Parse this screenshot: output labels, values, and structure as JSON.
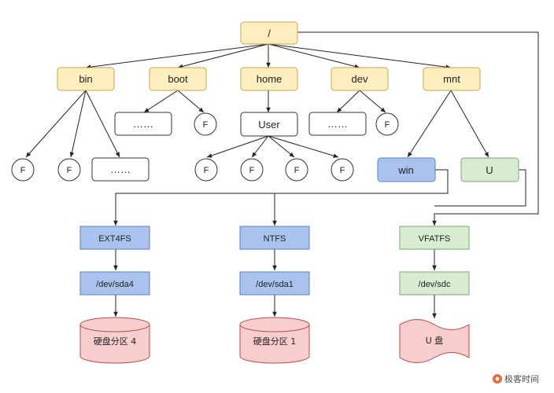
{
  "colors": {
    "dir_fill": "#fdeec0",
    "dir_stroke": "#c8a64a",
    "fs_fill": "#a9c3ee",
    "fs_stroke": "#5a7fc0",
    "green_fill": "#d7ecd1",
    "green_stroke": "#7aa86e",
    "disk_fill": "#f8cdcd",
    "disk_stroke": "#b84a4a",
    "edge": "#222222",
    "brand": "#e8683a"
  },
  "tree": {
    "root": "/",
    "dirs": [
      "bin",
      "boot",
      "home",
      "dev",
      "mnt"
    ],
    "placeholder": "……",
    "user": "User",
    "file": "F",
    "mount_points": [
      "win",
      "U"
    ]
  },
  "storage": {
    "filesystems": [
      "EXT4FS",
      "NTFS",
      "VFATFS"
    ],
    "devices": [
      "/dev/sda4",
      "/dev/sda1",
      "/dev/sdc"
    ],
    "media": [
      "硬盘分区 4",
      "硬盘分区 1",
      "U 盘"
    ]
  },
  "watermark": {
    "icon": "geek-time-logo-icon",
    "text": "极客时间"
  }
}
